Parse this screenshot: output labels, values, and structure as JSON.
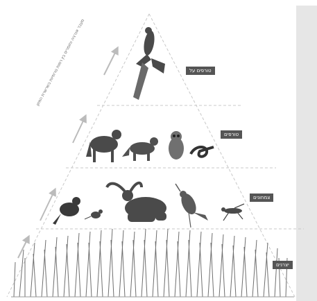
{
  "levels": [
    {
      "label": "טורפים על",
      "icons": [
        "eagle-icon"
      ]
    },
    {
      "label": "טורפים",
      "icons": [
        "wolf-icon",
        "fox-icon",
        "owl-icon",
        "snake-icon"
      ]
    },
    {
      "label": "צמחונים",
      "icons": [
        "rodent-icon",
        "small-rodent-icon",
        "ibex-icon",
        "bird-icon",
        "grasshopper-icon"
      ]
    },
    {
      "label": "יצרנים",
      "icons": [
        "grass-icon"
      ]
    }
  ],
  "side_caption": "מעבר אנרגיה וחומרים בין רמות טרופיות בשרשרת המזון",
  "colors": {
    "tag_bg": "#555555",
    "tag_text": "#ffffff",
    "sidebar": "#e6e6e6",
    "dashed": "#c8c8c8",
    "animals": "#4a4a4a",
    "grass": "#6e6e6e"
  }
}
